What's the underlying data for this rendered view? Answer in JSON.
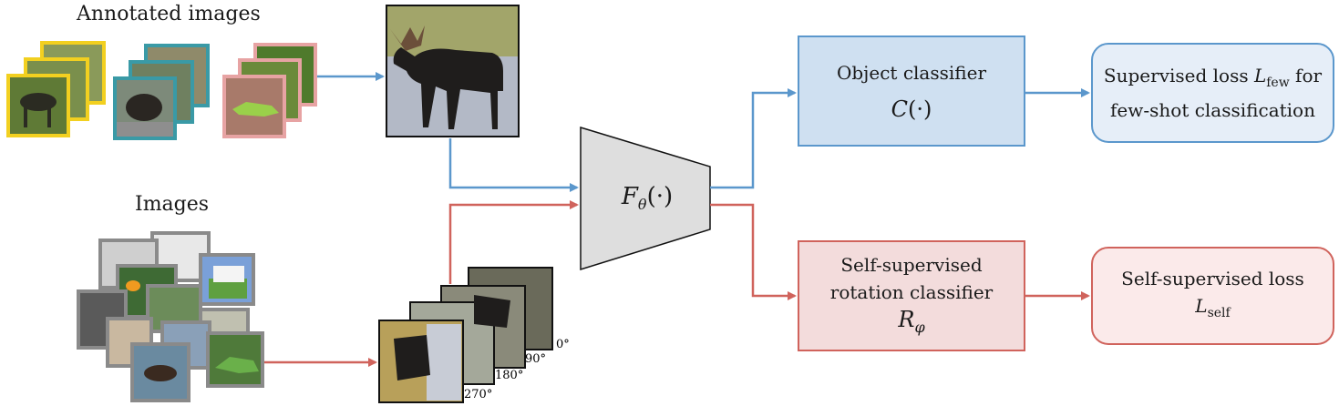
{
  "inputs": {
    "annotated_label": "Annotated images",
    "images_label": "Images"
  },
  "rotations": [
    "0°",
    "90°",
    "180°",
    "270°"
  ],
  "feature_extractor": {
    "name": "F",
    "sub": "θ",
    "arg": "(·)"
  },
  "object_classifier": {
    "line1": "Object classifier",
    "name": "C",
    "arg": "(·)"
  },
  "supervised_loss": {
    "line1_pre": "Supervised loss ",
    "loss": "L",
    "loss_sub": "few",
    "line1_post": " for",
    "line2": "few-shot classification"
  },
  "rotation_classifier": {
    "line1": "Self-supervised",
    "line2": "rotation classifier",
    "name": "R",
    "sub": "φ"
  },
  "self_loss": {
    "line1": "Self-supervised loss",
    "loss": "L",
    "loss_sub": "self"
  },
  "colors": {
    "blue_stroke": "#5b97cc",
    "blue_fill": "#cfe0f1",
    "blue_loss_fill": "#e6eef8",
    "red_stroke": "#d0635c",
    "red_fill": "#f3dcdc",
    "red_loss_fill": "#fbeaea",
    "extractor_fill": "#dedede",
    "yellow_frame": "#f2d020",
    "teal_frame": "#3a9aa6",
    "pink_frame": "#e7a3a3",
    "gray_frame": "#8a8a8a"
  }
}
